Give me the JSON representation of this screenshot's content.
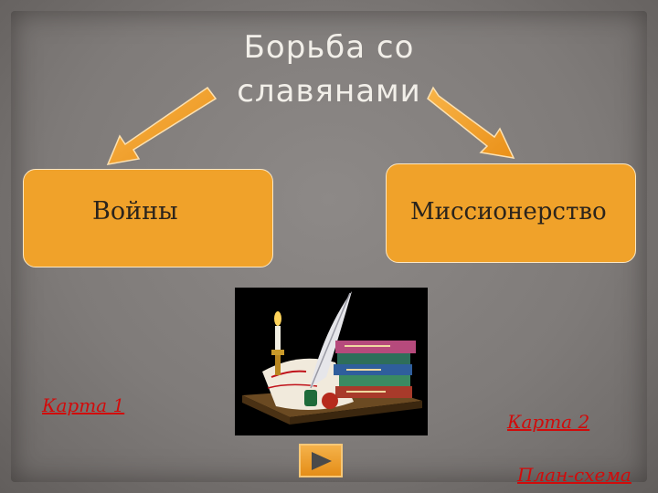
{
  "title": {
    "line1": "Борьба со",
    "line2": "славянами"
  },
  "boxes": {
    "wars": "Войны",
    "mission": "Миссионерство"
  },
  "links": {
    "map1": "Карта 1",
    "map2": "Карта 2",
    "plan": "План-схема"
  },
  "image": {
    "icon": "books-quill-candle-illustration"
  },
  "colors": {
    "box_fill": "#f0a22a",
    "arrow": "#f4a12a",
    "link": "#d10b0b",
    "background": "#7f7b79"
  }
}
